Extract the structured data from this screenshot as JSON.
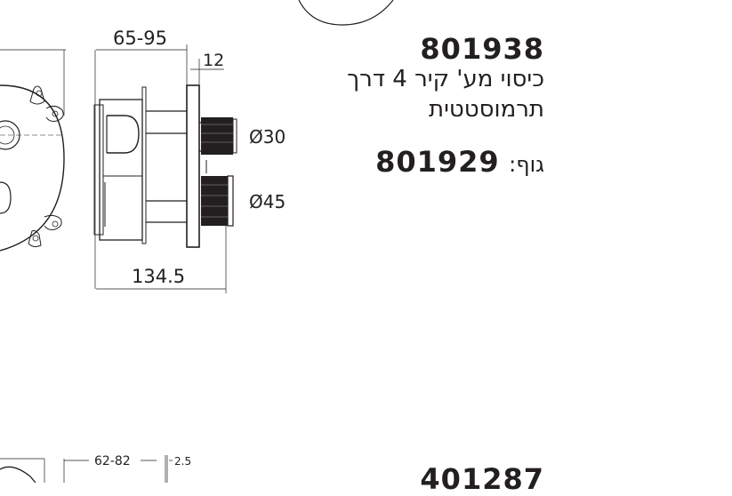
{
  "product": {
    "code": "801938",
    "description_line1": "כיסוי מע' קיר 4 דרך",
    "description_line2": "תרמוסטטית",
    "body_label": "גוף:",
    "body_code": "801929"
  },
  "drawing": {
    "dim_width_range": "65-95",
    "dim_plate": "12",
    "dim_knob_small": "Ø30",
    "dim_knob_large": "Ø45",
    "dim_total_depth": "134.5"
  },
  "next_product": {
    "code": "401287",
    "dim_width_range": "62-82",
    "dim_plate": "2.5"
  }
}
